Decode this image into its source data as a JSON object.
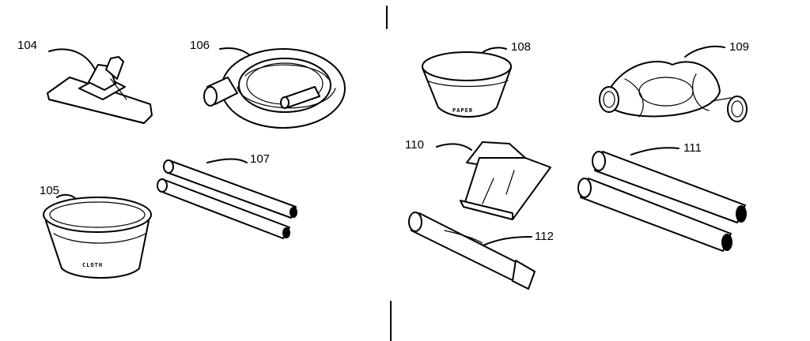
{
  "parts": [
    {
      "id": "104",
      "label": "104"
    },
    {
      "id": "105",
      "label": "105",
      "stamp": "CLOTH"
    },
    {
      "id": "106",
      "label": "106"
    },
    {
      "id": "107",
      "label": "107"
    },
    {
      "id": "108",
      "label": "108",
      "stamp": "PAPER"
    },
    {
      "id": "109",
      "label": "109"
    },
    {
      "id": "110",
      "label": "110"
    },
    {
      "id": "111",
      "label": "111"
    },
    {
      "id": "112",
      "label": "112"
    }
  ]
}
